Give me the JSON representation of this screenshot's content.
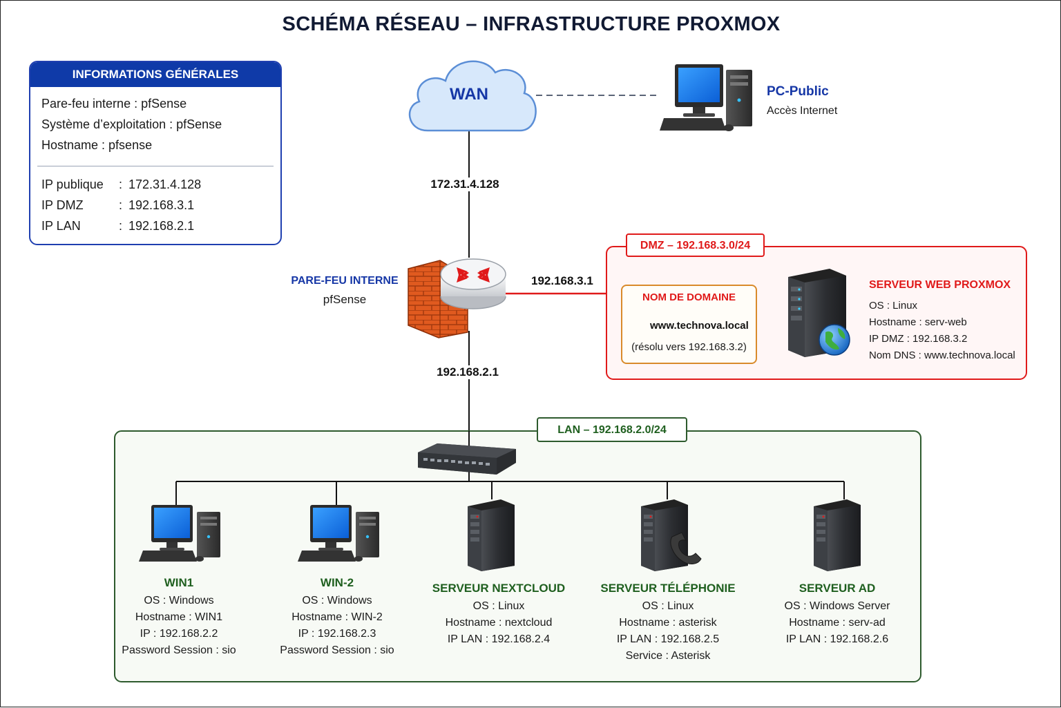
{
  "title": "SCHÉMA RÉSEAU – INFRASTRUCTURE PROXMOX",
  "colors": {
    "blue": "#1637a6",
    "red": "#e01a1a",
    "green": "#1f5f1f",
    "orange": "#d98a2b",
    "wan_fill": "#d7e8fb"
  },
  "info": {
    "heading": "INFORMATIONS GÉNÉRALES",
    "lines": [
      "Pare-feu interne : pfSense",
      "Système d’exploitation : pfSense",
      "Hostname : pfsense"
    ],
    "rows": [
      {
        "key": "IP publique",
        "value": "172.31.4.128"
      },
      {
        "key": "IP DMZ",
        "value": "192.168.3.1"
      },
      {
        "key": "IP LAN",
        "value": "192.168.2.1"
      }
    ]
  },
  "wan": {
    "label": "WAN",
    "ip": "172.31.4.128"
  },
  "pc_public": {
    "name": "PC-Public",
    "desc": "Accès Internet",
    "icon": "desktop-computer-icon"
  },
  "firewall": {
    "name": "PARE-FEU INTERNE",
    "sub": "pfSense",
    "dmz_ip": "192.168.3.1",
    "lan_ip": "192.168.2.1",
    "icon": "firewall-router-icon"
  },
  "dmz": {
    "label": "DMZ – 192.168.3.0/24",
    "domain": {
      "title": "NOM DE DOMAINE",
      "name": "www.technova.local",
      "resolved": "(résolu vers 192.168.3.2)",
      "icon": "globe-icon"
    },
    "server": {
      "title": "SERVEUR WEB PROXMOX",
      "details": [
        "OS : Linux",
        "Hostname : serv-web",
        "IP DMZ : 192.168.3.2",
        "Nom DNS : www.technova.local"
      ],
      "icon": "web-server-icon"
    }
  },
  "lan": {
    "label": "LAN – 192.168.2.0/24",
    "switch_icon": "network-switch-icon",
    "hosts": [
      {
        "title": "WIN1",
        "details": [
          "OS : Windows",
          "Hostname : WIN1",
          "IP : 192.168.2.2",
          "Password Session : sio"
        ],
        "icon": "desktop-computer-icon"
      },
      {
        "title": "WIN-2",
        "details": [
          "OS : Windows",
          "Hostname : WIN-2",
          "IP : 192.168.2.3",
          "Password Session : sio"
        ],
        "icon": "desktop-computer-icon"
      },
      {
        "title": "SERVEUR NEXTCLOUD",
        "details": [
          "OS : Linux",
          "Hostname : nextcloud",
          "IP LAN : 192.168.2.4"
        ],
        "icon": "server-tower-icon"
      },
      {
        "title": "SERVEUR TÉLÉPHONIE",
        "details": [
          "OS : Linux",
          "Hostname : asterisk",
          "IP LAN : 192.168.2.5",
          "Service : Asterisk"
        ],
        "icon": "phone-server-icon"
      },
      {
        "title": "SERVEUR AD",
        "details": [
          "OS : Windows Server",
          "Hostname : serv-ad",
          "IP LAN : 192.168.2.6"
        ],
        "icon": "server-tower-icon"
      }
    ]
  }
}
